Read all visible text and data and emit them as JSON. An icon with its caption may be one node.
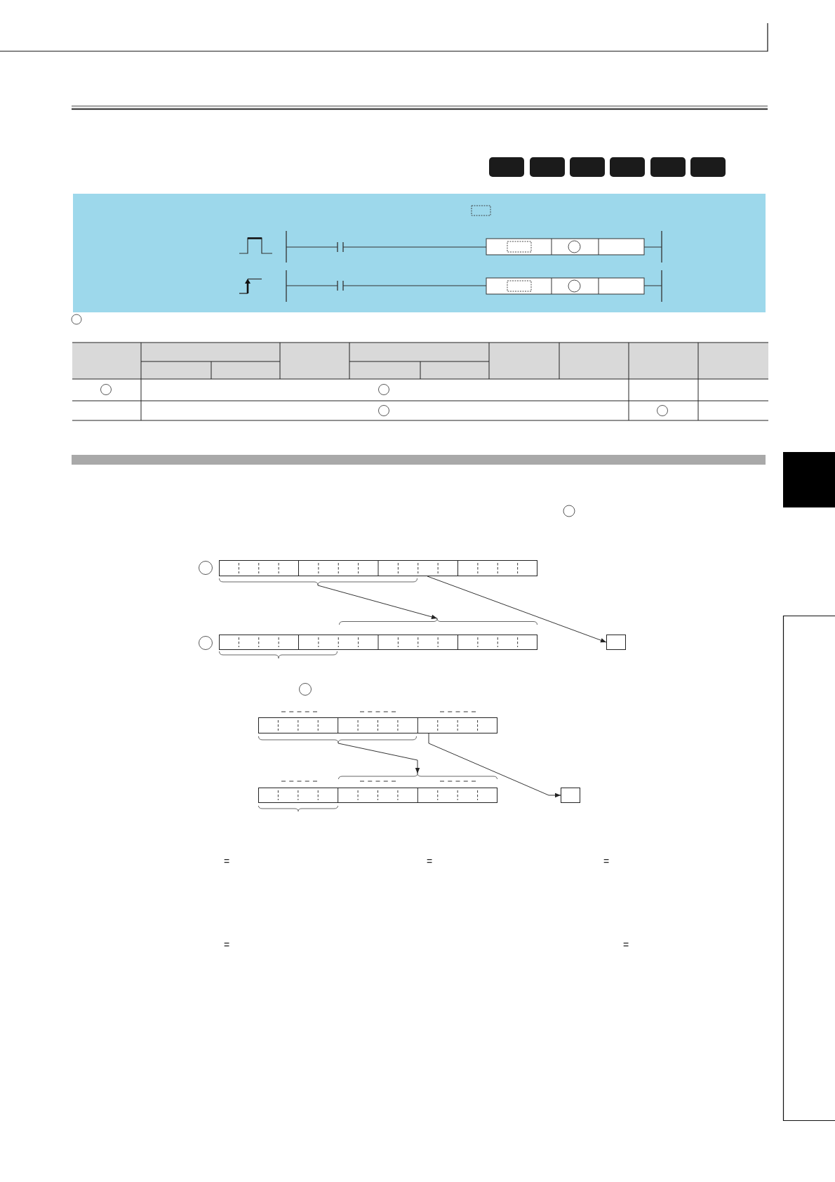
{
  "diagram": {
    "nodes": [
      {
        "text": [],
        "shape": "bar"
      },
      {
        "text": [],
        "shape": "box"
      },
      {
        "text": [],
        "shape": "bar"
      },
      {
        "text": [],
        "shape": "brace"
      },
      {
        "text": [],
        "shape": "brace"
      },
      {
        "text": [],
        "shape": "bar"
      },
      {
        "text": [],
        "shape": "box"
      },
      {
        "text": [],
        "shape": "bar"
      },
      {
        "text": [],
        "shape": "brace"
      },
      {
        "text": [],
        "shape": "brace"
      },
      {
        "text": [],
        "shape": "bar"
      },
      {
        "text": [],
        "shape": "box"
      }
    ],
    "edges": [
      {
        "from": 3,
        "to": 4,
        "arrow": "to"
      },
      {
        "from": 2,
        "to": 6,
        "arrow": "to"
      },
      {
        "from": 8,
        "to": 9,
        "arrow": "to"
      },
      {
        "from": 7,
        "to": 11,
        "arrow": "to"
      }
    ],
    "labels": [
      "=",
      "=",
      "=",
      "=",
      "="
    ]
  }
}
